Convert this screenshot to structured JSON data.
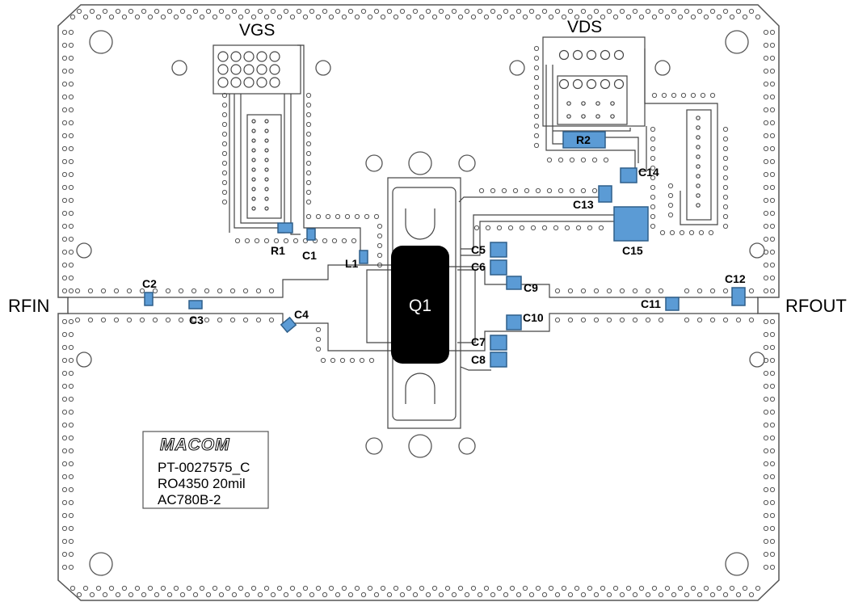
{
  "ports": {
    "input": "RFIN",
    "output": "RFOUT"
  },
  "headers": {
    "gate": "VGS",
    "drain": "VDS"
  },
  "device": "Q1",
  "logo": "MACOM",
  "board_info": [
    "PT-0027575_C",
    "RO4350 20mil",
    "AC780B-2"
  ],
  "components": [
    "C1",
    "C2",
    "C3",
    "C4",
    "C5",
    "C6",
    "C7",
    "C8",
    "C9",
    "C10",
    "C11",
    "C12",
    "C13",
    "C14",
    "C15",
    "R1",
    "R2",
    "L1"
  ],
  "colors": {
    "component_fill": "#5b9bd5",
    "component_stroke": "#2f5f8a",
    "device_fill": "#000000",
    "outline": "#444444"
  }
}
